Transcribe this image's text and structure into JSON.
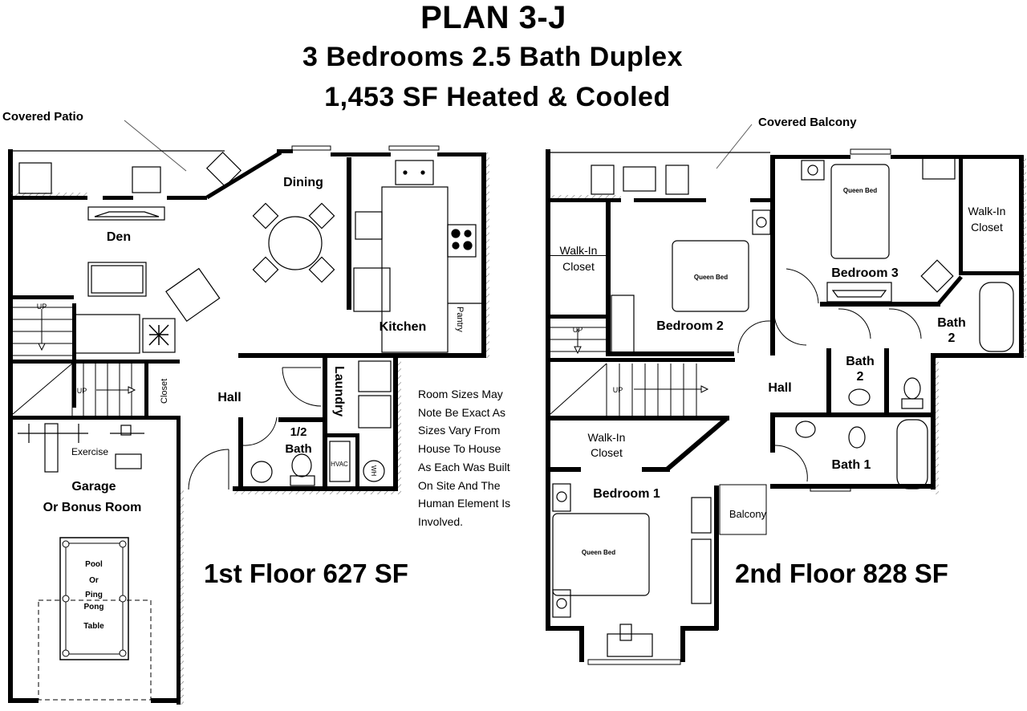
{
  "header": {
    "plan_name": "PLAN 3-J",
    "subtitle": "3 Bedrooms 2.5 Bath Duplex",
    "area_summary": "1,453 SF Heated & Cooled"
  },
  "first_floor": {
    "label": "1st Floor 627 SF",
    "callout": "Covered Patio",
    "rooms": {
      "den": "Den",
      "dining": "Dining",
      "kitchen": "Kitchen",
      "pantry": "Pantry",
      "hall": "Hall",
      "laundry": "Laundry",
      "half_bath_1": "1/2",
      "half_bath_2": "Bath",
      "closet": "Closet",
      "exercise": "Exercise",
      "garage_1": "Garage",
      "garage_2": "Or Bonus Room",
      "hvac": "HVAC",
      "wh": "WH",
      "stair_up_1": "UP",
      "stair_up_2": "UP"
    },
    "pool_table": [
      "Pool",
      "Or",
      "Ping",
      "Pong",
      "Table"
    ]
  },
  "second_floor": {
    "label": "2nd Floor 828 SF",
    "callout": "Covered Balcony",
    "rooms": {
      "bedroom1": "Bedroom 1",
      "bedroom2": "Bedroom 2",
      "bedroom3": "Bedroom 3",
      "walkin_b1_1": "Walk-In",
      "walkin_b1_2": "Closet",
      "walkin_b2_1": "Walk-In",
      "walkin_b2_2": "Closet",
      "walkin_b3_1": "Walk-In",
      "walkin_b3_2": "Closet",
      "hall": "Hall",
      "bath1": "Bath 1",
      "bath2a_1": "Bath",
      "bath2a_2": "2",
      "bath2b_1": "Bath",
      "bath2b_2": "2",
      "balcony": "Balcony",
      "queen_bed": "Queen Bed",
      "stair_up_1": "UP",
      "stair_up_2": "UP"
    }
  },
  "disclaimer": [
    "Room Sizes May",
    "Note Be Exact As",
    "Sizes Vary From",
    "House To House",
    "As Each Was Built",
    "On Site And The",
    "Human Element Is",
    "Involved."
  ]
}
